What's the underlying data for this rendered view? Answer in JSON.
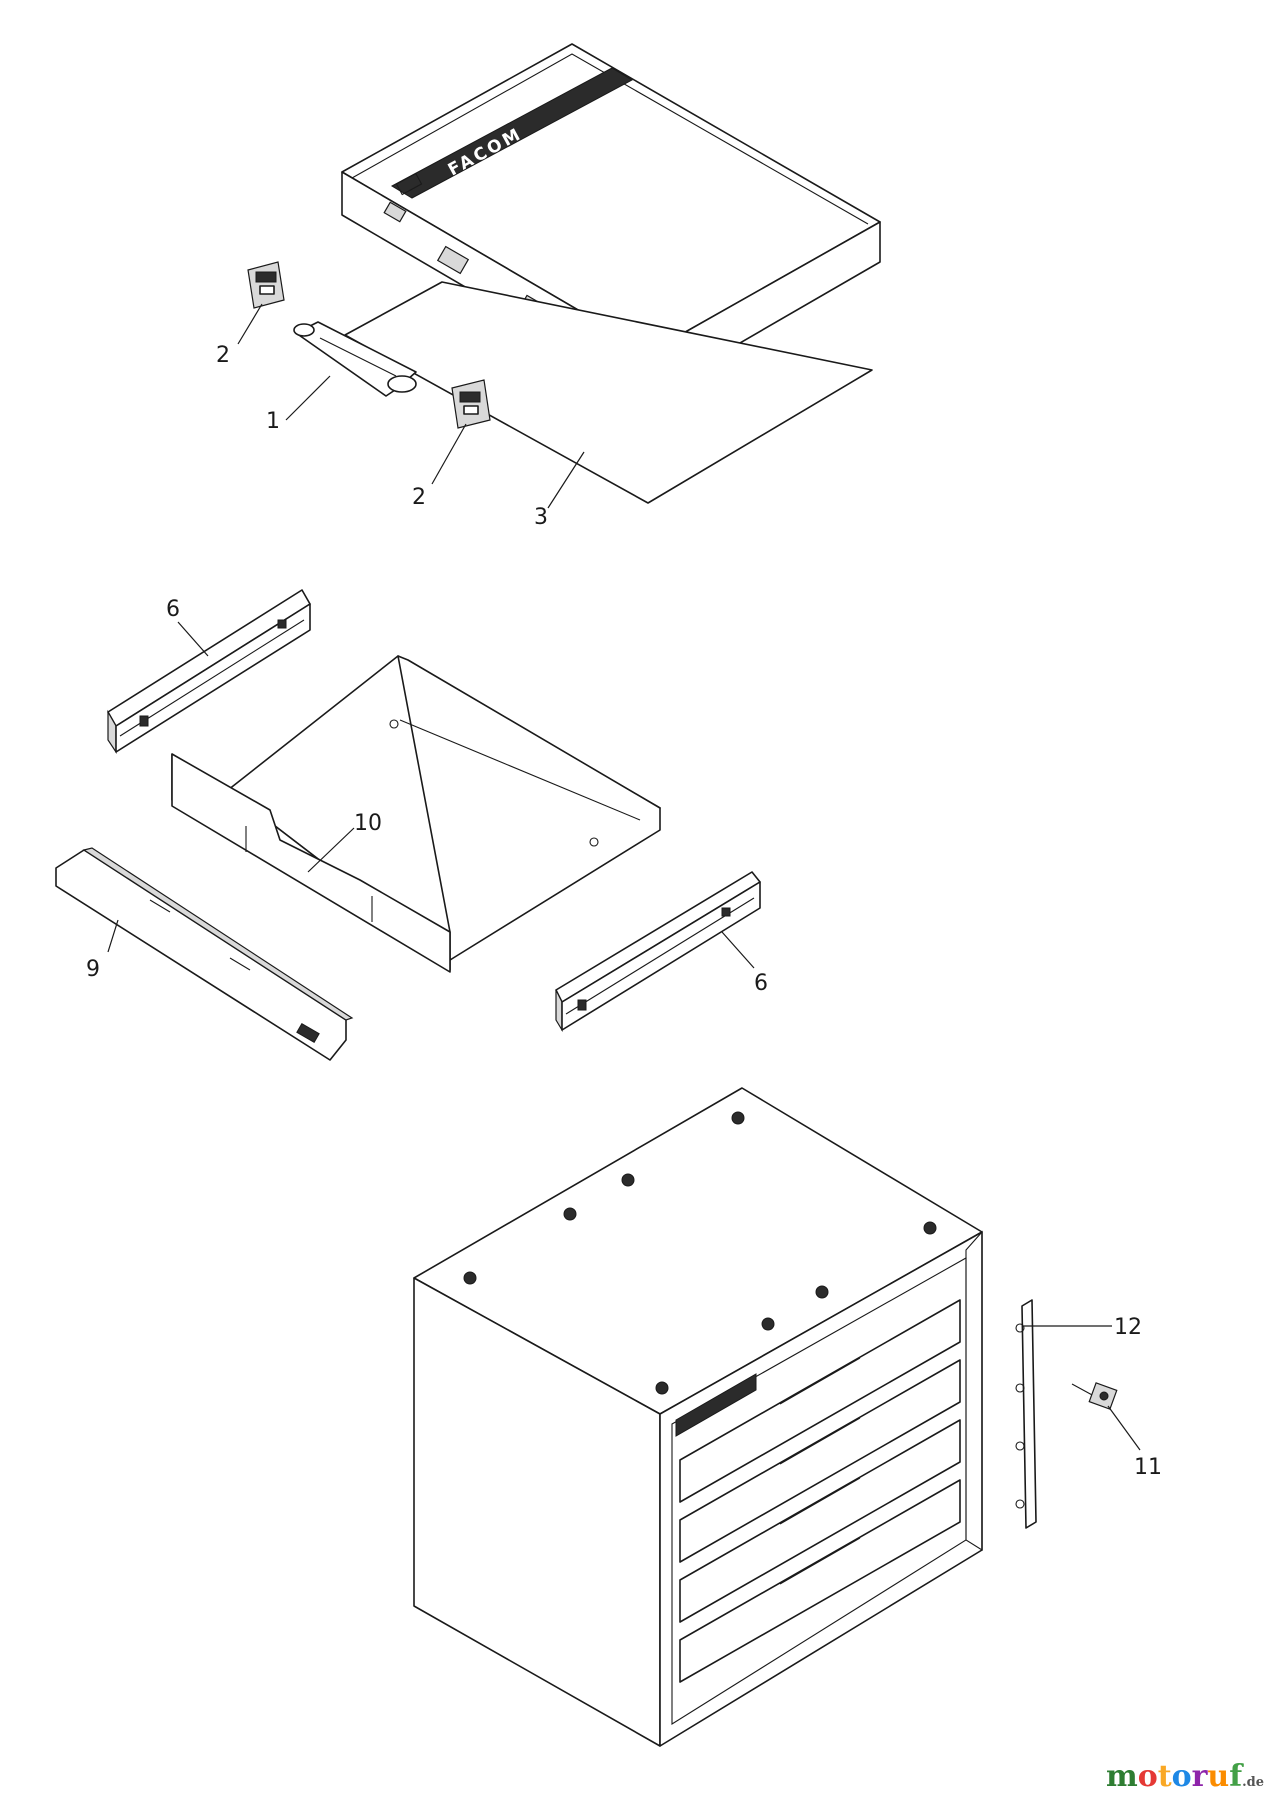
{
  "brand": {
    "logo_text": "FACOM"
  },
  "callouts": [
    {
      "id": "c1",
      "label": "1"
    },
    {
      "id": "c2a",
      "label": "2"
    },
    {
      "id": "c2b",
      "label": "2"
    },
    {
      "id": "c3",
      "label": "3"
    },
    {
      "id": "c6a",
      "label": "6"
    },
    {
      "id": "c6b",
      "label": "6"
    },
    {
      "id": "c9",
      "label": "9"
    },
    {
      "id": "c10",
      "label": "10"
    },
    {
      "id": "c11",
      "label": "11"
    },
    {
      "id": "c12",
      "label": "12"
    }
  ],
  "watermark": {
    "letters": [
      "m",
      "o",
      "t",
      "o",
      "r",
      "u",
      "f"
    ],
    "colors": [
      "#2e7d32",
      "#e53935",
      "#f9a825",
      "#1e88e5",
      "#8e24aa",
      "#fb8c00",
      "#43a047"
    ],
    "tld": ".de"
  }
}
